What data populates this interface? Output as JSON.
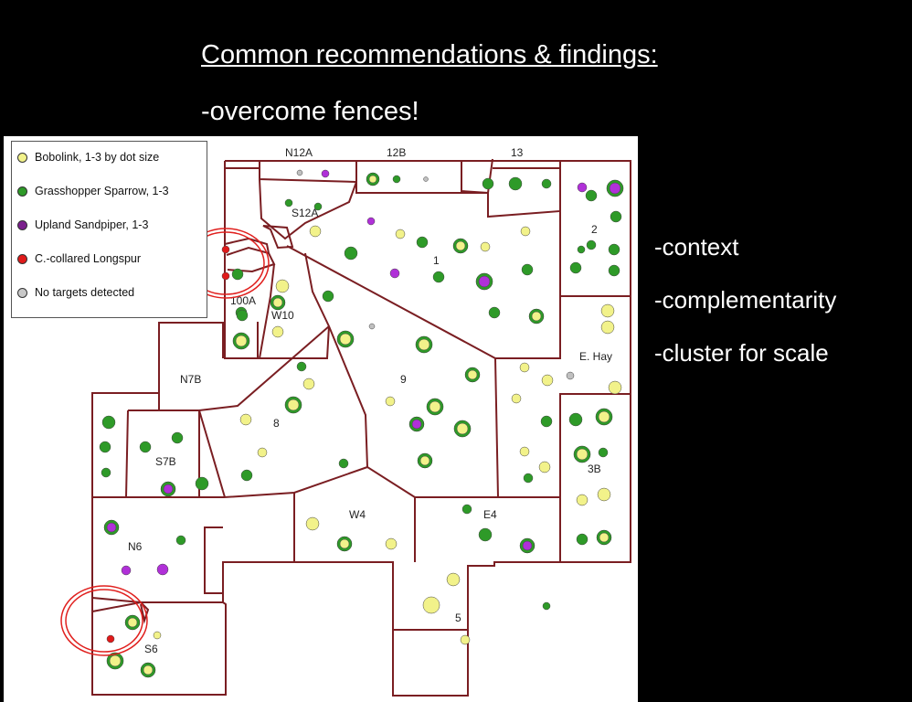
{
  "slide": {
    "title": "Common recommendations & findings:",
    "bullets": [
      "-overcome fences!",
      "-context",
      "-complementarity",
      "-cluster for scale"
    ]
  },
  "legend": [
    {
      "label": "Bobolink, 1-3 by dot size",
      "color": "#f2f28a",
      "icon": "yellow-dot"
    },
    {
      "label": "Grasshopper Sparrow, 1-3",
      "color": "#2e9a28",
      "icon": "green-dot"
    },
    {
      "label": "Upland Sandpiper, 1-3",
      "color": "#7a1f8c",
      "icon": "purple-dot"
    },
    {
      "label": "C.-collared Longspur",
      "color": "#e01a1a",
      "icon": "red-dot"
    },
    {
      "label": "No targets detected",
      "color": "#c8c8c8",
      "icon": "gray-dot"
    }
  ],
  "field_labels": [
    "N12A",
    "12B",
    "13",
    "S12A",
    "2",
    "1",
    "100A",
    "W10",
    "E. Hay",
    "N7B",
    "9",
    "8",
    "S7B",
    "3B",
    "W4",
    "E4",
    "N6",
    "5",
    "S6"
  ],
  "colors": {
    "boundary": "#7a1e22",
    "bobolink": "#f2f28a",
    "grasshopper": "#2e9a28",
    "upland": "#b030d8",
    "longspur": "#e01a1a",
    "none": "#c0c0c0",
    "highlight": "#e0201e"
  }
}
